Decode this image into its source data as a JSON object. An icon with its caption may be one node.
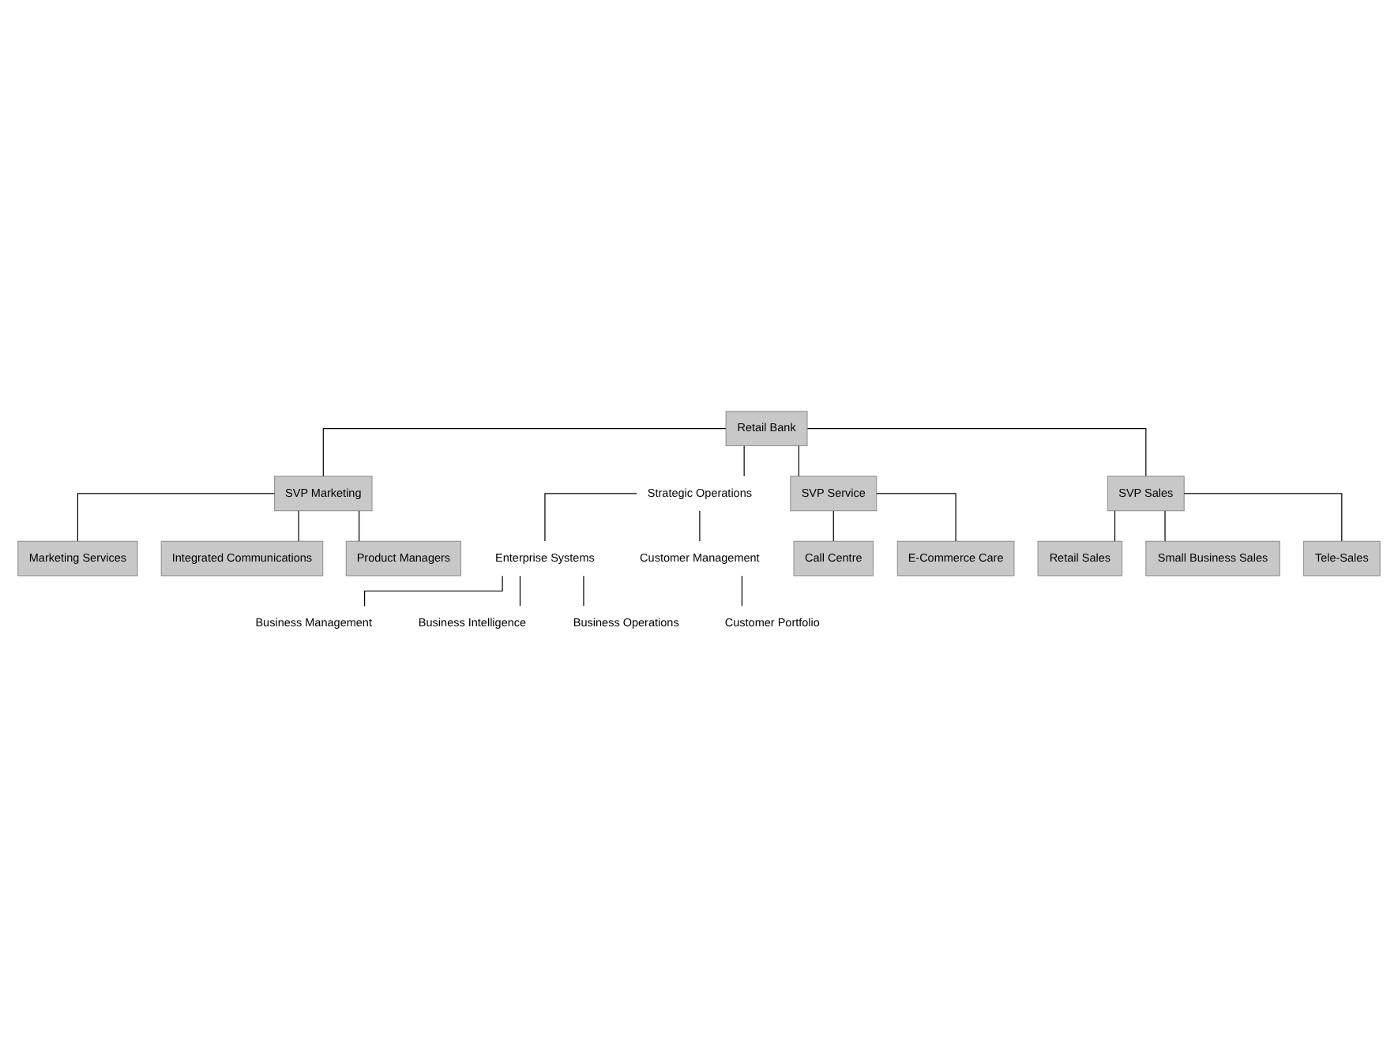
{
  "diagram": {
    "nodes": [
      {
        "text": [
          "Retail Bank"
        ]
      },
      {
        "text": [
          "SVP Marketing"
        ]
      },
      {
        "text": [
          "Strategic Operations"
        ]
      },
      {
        "text": [
          "SVP Service"
        ]
      },
      {
        "text": [
          "SVP Sales"
        ]
      },
      {
        "text": [
          "Marketing Services"
        ]
      },
      {
        "text": [
          "Integrated Communications"
        ]
      },
      {
        "text": [
          "Product Managers"
        ]
      },
      {
        "text": [
          "Enterprise Systems"
        ]
      },
      {
        "text": [
          "Business Management"
        ]
      },
      {
        "text": [
          "Business Intelligence"
        ]
      },
      {
        "text": [
          "Business Operations"
        ]
      },
      {
        "text": [
          "Customer Management"
        ]
      },
      {
        "text": [
          "Customer Portfolio"
        ]
      },
      {
        "text": [
          "Call Centre"
        ]
      },
      {
        "text": [
          "E-Commerce Care"
        ]
      },
      {
        "text": [
          "Retail Sales"
        ]
      },
      {
        "text": [
          "Small Business Sales"
        ]
      },
      {
        "text": [
          "Tele-Sales"
        ]
      }
    ],
    "edges": [
      {
        "from": 0,
        "to": 1,
        "arrow": "none"
      },
      {
        "from": 0,
        "to": 2,
        "arrow": "none"
      },
      {
        "from": 0,
        "to": 3,
        "arrow": "none"
      },
      {
        "from": 0,
        "to": 4,
        "arrow": "none"
      },
      {
        "from": 1,
        "to": 5,
        "arrow": "none"
      },
      {
        "from": 1,
        "to": 6,
        "arrow": "none"
      },
      {
        "from": 1,
        "to": 7,
        "arrow": "none"
      },
      {
        "from": 2,
        "to": 8,
        "arrow": "none"
      },
      {
        "from": 2,
        "to": 12,
        "arrow": "none"
      },
      {
        "from": 8,
        "to": 9,
        "arrow": "none"
      },
      {
        "from": 8,
        "to": 10,
        "arrow": "none"
      },
      {
        "from": 8,
        "to": 11,
        "arrow": "none"
      },
      {
        "from": 12,
        "to": 13,
        "arrow": "none"
      },
      {
        "from": 3,
        "to": 14,
        "arrow": "none"
      },
      {
        "from": 3,
        "to": 15,
        "arrow": "none"
      },
      {
        "from": 4,
        "to": 16,
        "arrow": "none"
      },
      {
        "from": 4,
        "to": 17,
        "arrow": "none"
      },
      {
        "from": 4,
        "to": 18,
        "arrow": "none"
      }
    ]
  }
}
